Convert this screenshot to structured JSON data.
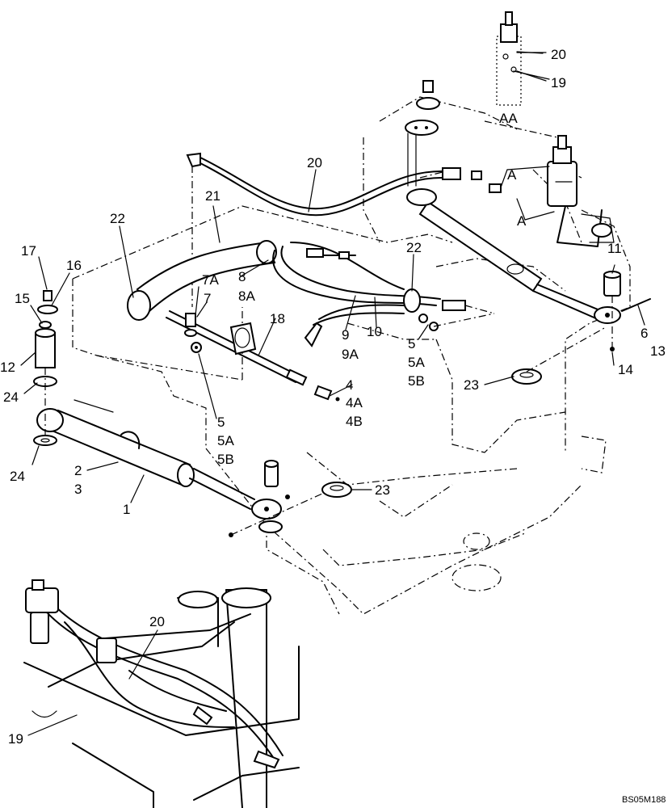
{
  "labels": {
    "n1": "1",
    "n2": "2",
    "n3": "3",
    "n4": "4",
    "n4a": "4A",
    "n4b": "4B",
    "n5_left": "5",
    "n5a_left": "5A",
    "n5b_left": "5B",
    "n5_right": "5",
    "n5a_right": "5A",
    "n5b_right": "5B",
    "n6": "6",
    "n7": "7",
    "n7a": "7A",
    "n8": "8",
    "n8a": "8A",
    "n9": "9",
    "n9a": "9A",
    "n10": "10",
    "n11": "11",
    "n12": "12",
    "n13": "13",
    "n14": "14",
    "n15": "15",
    "n16": "16",
    "n17": "17",
    "n18": "18",
    "n19_inset": "19",
    "n19_lower": "19",
    "n20_inset": "20",
    "n20_top": "20",
    "n20_lower": "20",
    "n21": "21",
    "n22_left": "22",
    "n22_right": "22",
    "n23_left": "23",
    "n23_right": "23",
    "n24_upper": "24",
    "n24_lower": "24",
    "a_upper": "A",
    "a_lower": "A",
    "aa": "AA"
  },
  "reference": "BS05M188"
}
